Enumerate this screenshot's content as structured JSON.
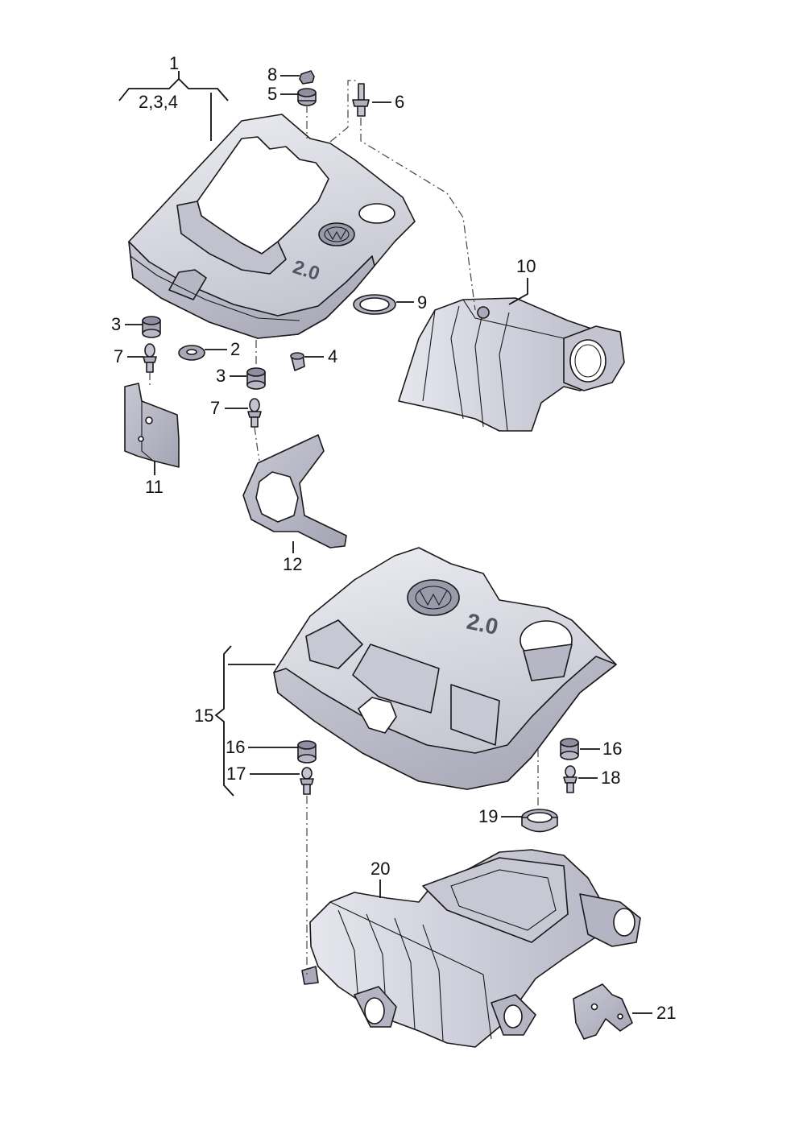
{
  "diagram": {
    "colors": {
      "part_fill": "#dcdce4",
      "part_dark": "#b4b4c2",
      "part_light": "#ececf2",
      "line": "#1a1a1a"
    },
    "labels": {
      "l1": "1",
      "l1_sub": "2,3,4",
      "l2": "2",
      "l3a": "3",
      "l3b": "3",
      "l4": "4",
      "l5": "5",
      "l6": "6",
      "l7a": "7",
      "l7b": "7",
      "l8": "8",
      "l9": "9",
      "l10": "10",
      "l11": "11",
      "l12": "12",
      "l15": "15",
      "l16a": "16",
      "l16b": "16",
      "l17": "17",
      "l18": "18",
      "l19": "19",
      "l20": "20",
      "l21": "21"
    },
    "cover_badge_upper": "2.0",
    "cover_badge_lower": "2.0"
  }
}
